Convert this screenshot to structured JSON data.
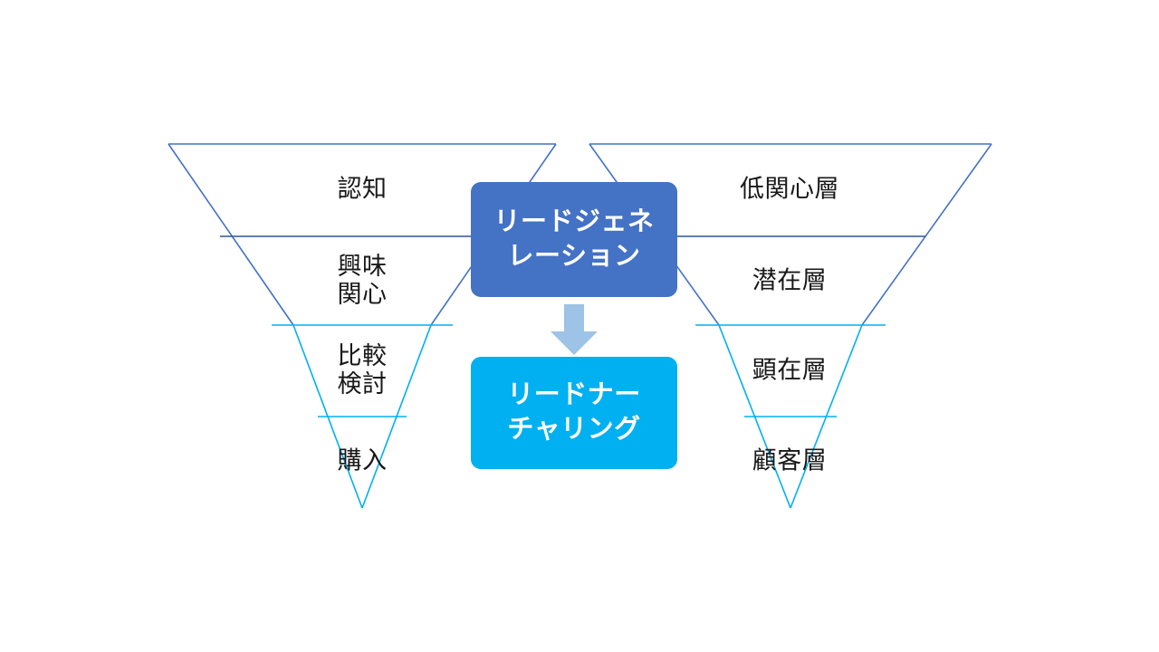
{
  "diagram": {
    "title": "marketing-funnel-lead-generation-nurturing",
    "colors": {
      "dark_blue": "#4472C4",
      "cyan": "#00B0F0",
      "arrow_blue": "#9DC3E6",
      "text_dark": "#181818",
      "text_light": "#FFFFFF",
      "background": "#FFFFFF"
    }
  },
  "left_funnel": {
    "name": "customer-journey-funnel",
    "stages": [
      {
        "id": "awareness",
        "label": "認知"
      },
      {
        "id": "interest",
        "label": "興味\n関心"
      },
      {
        "id": "consideration",
        "label": "比較\n検討"
      },
      {
        "id": "purchase",
        "label": "購入"
      }
    ]
  },
  "right_funnel": {
    "name": "audience-segment-funnel",
    "stages": [
      {
        "id": "low-interest",
        "label": "低関心層"
      },
      {
        "id": "latent",
        "label": "潜在層"
      },
      {
        "id": "active",
        "label": "顕在層"
      },
      {
        "id": "customer",
        "label": "顧客層"
      }
    ]
  },
  "center": {
    "lead_generation": "リードジェネ\nレーション",
    "lead_nurturing": "リードナー\nチャリング",
    "arrow": "down-arrow"
  }
}
